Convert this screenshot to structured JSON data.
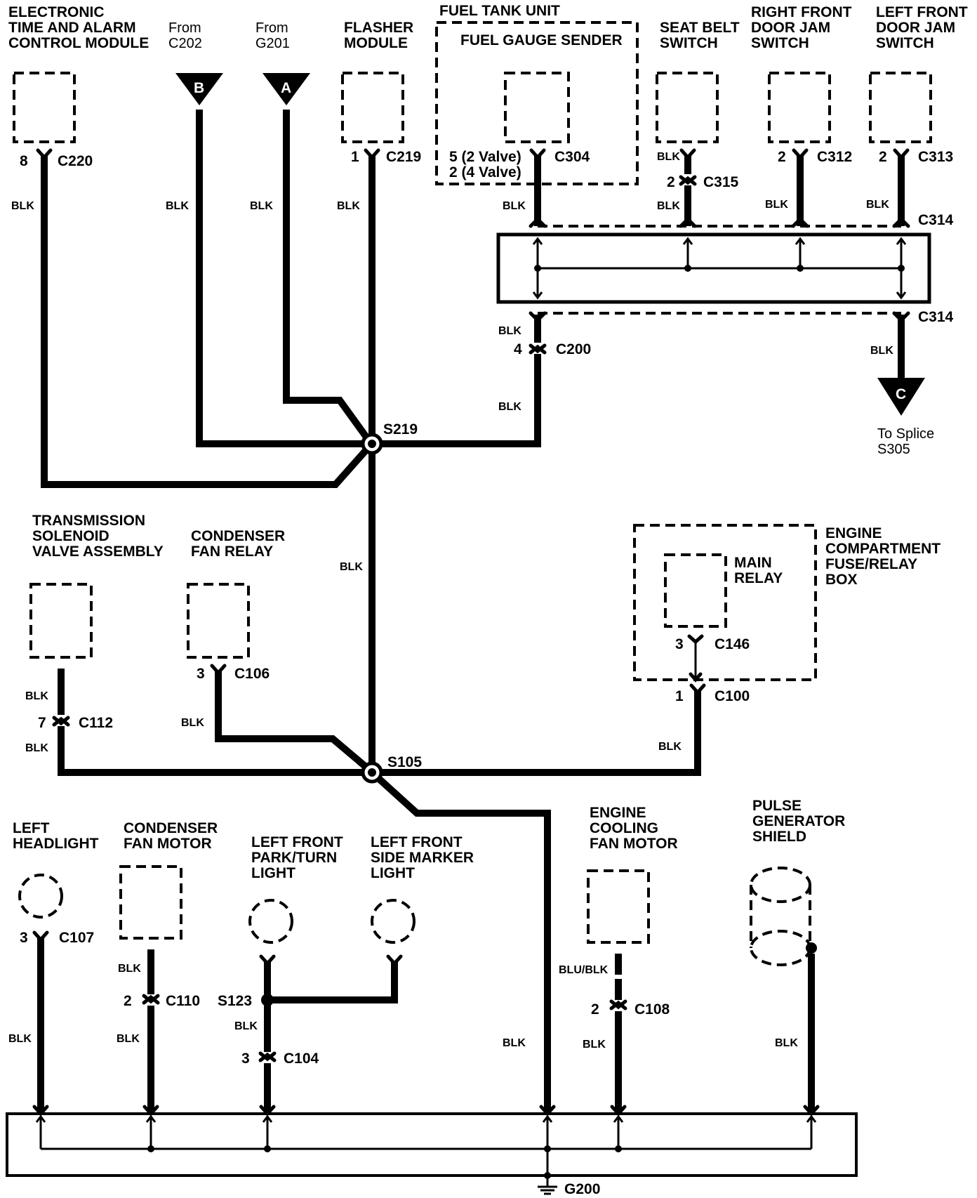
{
  "components": {
    "etacm": {
      "line1": "ELECTRONIC",
      "line2": "TIME AND ALARM",
      "line3": "CONTROL MODULE"
    },
    "from_c202": {
      "line1": "From",
      "line2": "C202",
      "marker": "B"
    },
    "from_g201": {
      "line1": "From",
      "line2": "G201",
      "marker": "A"
    },
    "flasher": {
      "line1": "FLASHER",
      "line2": "MODULE"
    },
    "fuel_tank": {
      "title": "FUEL TANK UNIT",
      "sender": "FUEL GAUGE SENDER",
      "pin1": "5 (2 Valve)",
      "pin2": "2 (4 Valve)"
    },
    "seat_belt": {
      "line1": "SEAT BELT",
      "line2": "SWITCH"
    },
    "rf_door": {
      "line1": "RIGHT FRONT",
      "line2": "DOOR JAM",
      "line3": "SWITCH"
    },
    "lf_door": {
      "line1": "LEFT FRONT",
      "line2": "DOOR JAM",
      "line3": "SWITCH"
    },
    "to_splice": {
      "line1": "To Splice",
      "line2": "S305",
      "marker": "C"
    },
    "trans_solenoid": {
      "line1": "TRANSMISSION",
      "line2": "SOLENOID",
      "line3": "VALVE ASSEMBLY"
    },
    "cond_relay": {
      "line1": "CONDENSER",
      "line2": "FAN RELAY"
    },
    "main_relay": {
      "line1": "MAIN",
      "line2": "RELAY"
    },
    "fuse_box": {
      "line1": "ENGINE",
      "line2": "COMPARTMENT",
      "line3": "FUSE/RELAY",
      "line4": "BOX"
    },
    "left_headlight": {
      "line1": "LEFT",
      "line2": "HEADLIGHT"
    },
    "cond_motor": {
      "line1": "CONDENSER",
      "line2": "FAN MOTOR"
    },
    "lf_park": {
      "line1": "LEFT FRONT",
      "line2": "PARK/TURN",
      "line3": "LIGHT"
    },
    "lf_marker": {
      "line1": "LEFT FRONT",
      "line2": "SIDE MARKER",
      "line3": "LIGHT"
    },
    "cooling_fan": {
      "line1": "ENGINE",
      "line2": "COOLING",
      "line3": "FAN MOTOR"
    },
    "pulse_shield": {
      "line1": "PULSE",
      "line2": "GENERATOR",
      "line3": "SHIELD"
    }
  },
  "connectors": {
    "c220": "C220",
    "c219": "C219",
    "c304": "C304",
    "c315": "C315",
    "c312": "C312",
    "c313": "C313",
    "c314": "C314",
    "c200": "C200",
    "c106": "C106",
    "c112": "C112",
    "c146": "C146",
    "c100": "C100",
    "c107": "C107",
    "c110": "C110",
    "c104": "C104",
    "c108": "C108"
  },
  "pins": {
    "p8": "8",
    "p1": "1",
    "p2": "2",
    "p3": "3",
    "p4": "4",
    "p7": "7"
  },
  "splices": {
    "s219": "S219",
    "s105": "S105",
    "s123": "S123"
  },
  "ground": "G200",
  "wire_colors": {
    "blk": "BLK",
    "blu_blk": "BLU/BLK"
  }
}
